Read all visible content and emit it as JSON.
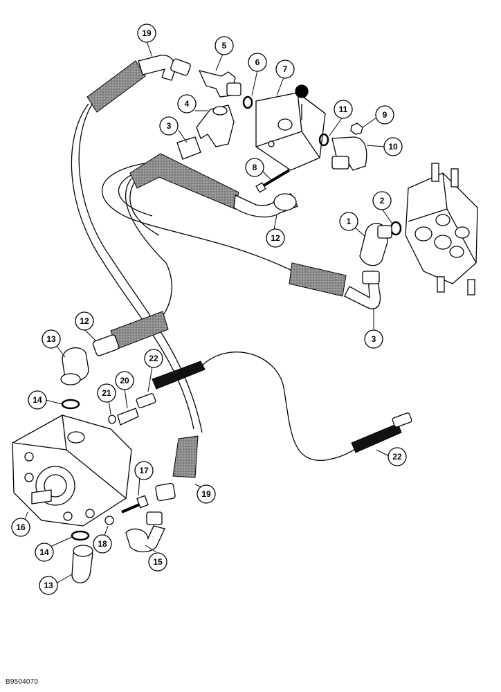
{
  "figure": {
    "reference_code": "B9504070",
    "callouts": [
      "1",
      "2",
      "3",
      "3",
      "4",
      "5",
      "6",
      "7",
      "8",
      "9",
      "10",
      "11",
      "12",
      "12",
      "13",
      "13",
      "14",
      "14",
      "15",
      "16",
      "17",
      "18",
      "19",
      "19",
      "20",
      "21",
      "22",
      "22"
    ]
  },
  "colors": {
    "line": "#000000",
    "hose_fill": "#9a9a9a",
    "background": "#ffffff"
  }
}
